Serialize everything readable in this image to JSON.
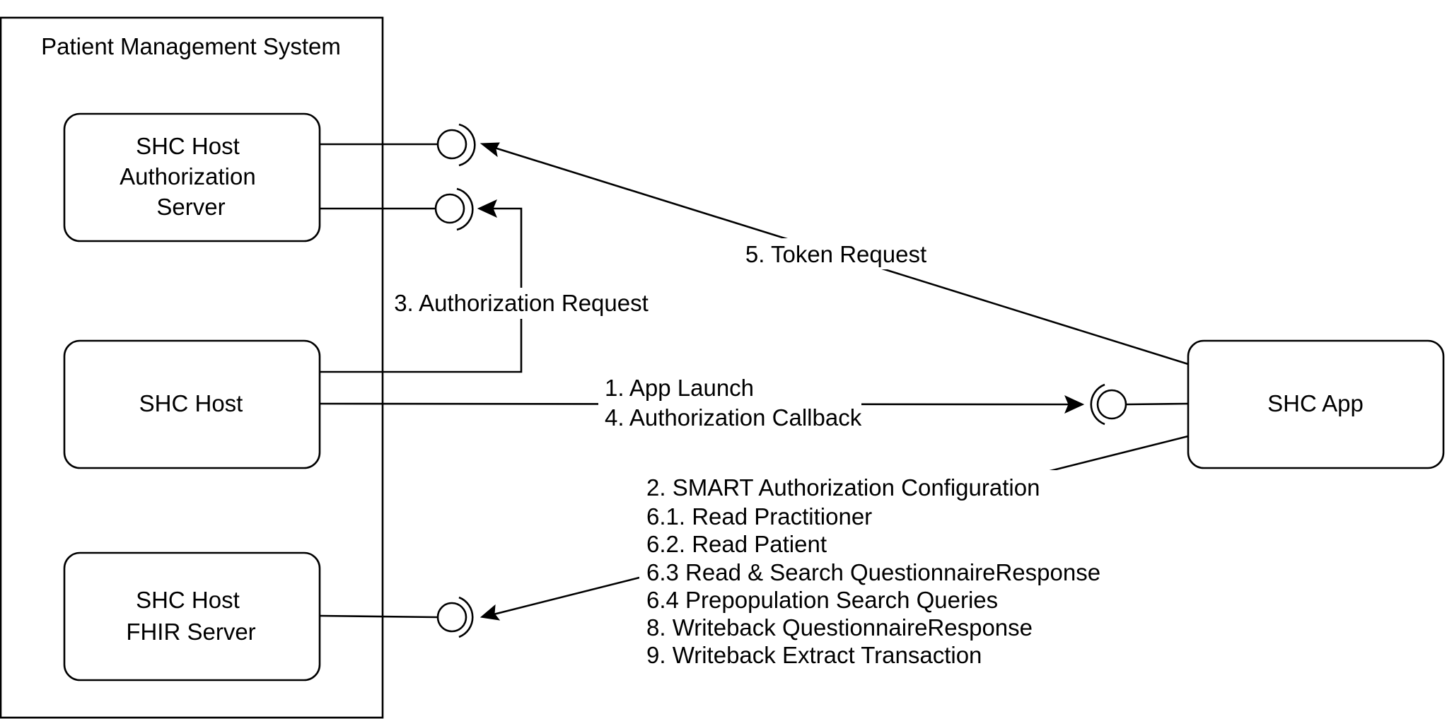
{
  "container": {
    "title": "Patient Management System"
  },
  "components": {
    "auth_server": {
      "lines": [
        "SHC Host",
        "Authorization",
        "Server"
      ]
    },
    "host": {
      "lines": [
        "SHC Host"
      ]
    },
    "fhir_server": {
      "lines": [
        "SHC Host",
        "FHIR Server"
      ]
    },
    "app": {
      "lines": [
        "SHC App"
      ]
    }
  },
  "flows": {
    "token_request": {
      "label": "5. Token Request"
    },
    "authorization_request": {
      "label": "3. Authorization Request"
    },
    "launch": {
      "lines": [
        "1. App Launch",
        "4. Authorization Callback"
      ]
    },
    "fhir_calls": {
      "lines": [
        "2. SMART Authorization Configuration",
        "6.1. Read Practitioner",
        "6.2. Read Patient",
        "6.3 Read & Search QuestionnaireResponse",
        "6.4 Prepopulation Search Queries",
        "8. Writeback QuestionnaireResponse",
        "9. Writeback Extract Transaction"
      ]
    }
  }
}
